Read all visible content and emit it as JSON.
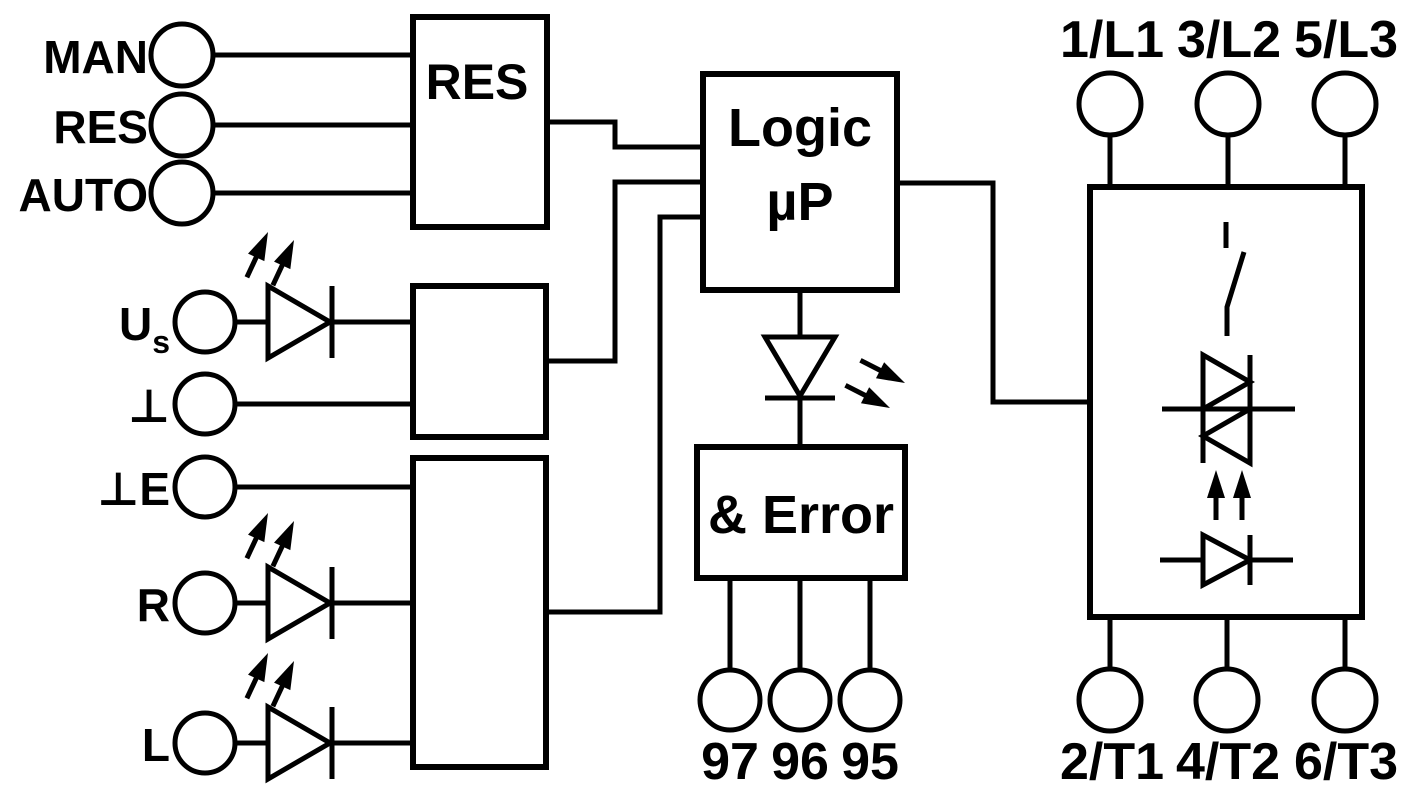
{
  "colors": {
    "ink": "#000000",
    "background": "#ffffff"
  },
  "left_inputs": {
    "man": "MAN",
    "res": "RES",
    "auto": "AUTO",
    "us_main": "U",
    "us_sub": "s",
    "gnd": "⊥",
    "gnd_e": "⊥E",
    "r": "R",
    "l": "L"
  },
  "blocks": {
    "reset": "RES",
    "logic_line1": "Logic",
    "logic_line2": "µP",
    "error": "& Error"
  },
  "terminals": {
    "signal": [
      "97",
      "96",
      "95"
    ],
    "line": [
      "1/L1",
      "3/L2",
      "5/L3"
    ],
    "load": [
      "2/T1",
      "4/T2",
      "6/T3"
    ]
  },
  "icons": {
    "led": "diode-with-light-emission-arrows",
    "triac": "antiparallel-thyristor-pair",
    "switch": "open-contact",
    "terminal": "circle-terminal"
  }
}
